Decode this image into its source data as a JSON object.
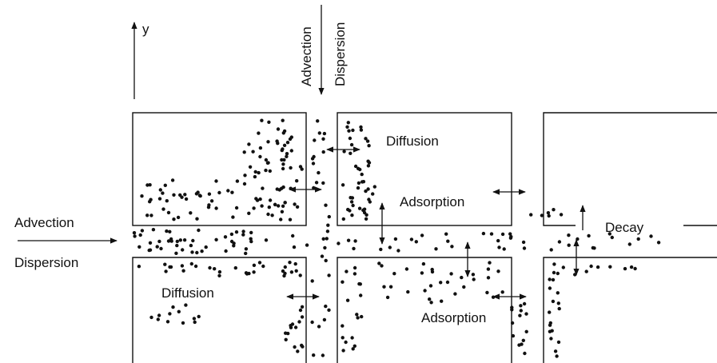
{
  "axis": {
    "y_label": "y"
  },
  "labels": {
    "top_advection": "Advection",
    "top_dispersion": "Dispersion",
    "left_advection": "Advection",
    "left_dispersion": "Dispersion",
    "diffusion_upper": "Diffusion",
    "diffusion_lower": "Diffusion",
    "adsorption_upper": "Adsorption",
    "adsorption_lower": "Adsorption",
    "decay": "Decay"
  },
  "colors": {
    "ink": "#111111",
    "background": "#ffffff"
  }
}
